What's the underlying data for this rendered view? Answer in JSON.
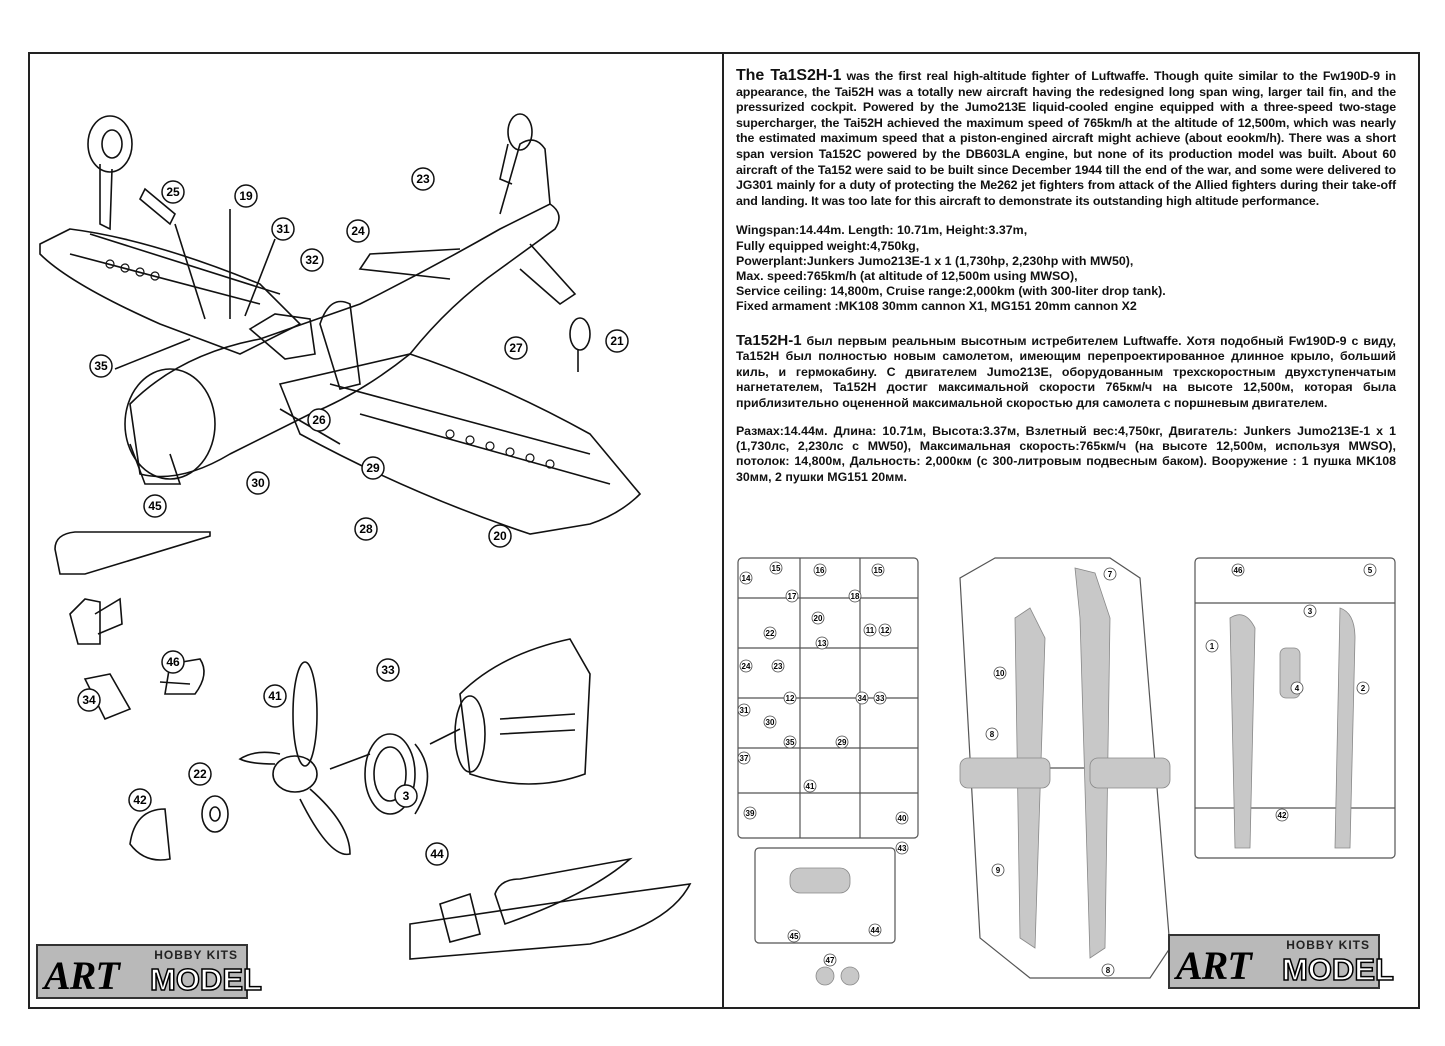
{
  "description_en": {
    "lead": "The Ta1S2H-1",
    "text": " was the first real high-altitude fighter of Luftwaffe. Though quite similar to the Fw190D-9 in appearance, the Tai52H was a totally new aircraft having the redesigned long span wing, larger tail fin, and the pressurized cockpit. Powered by the Jumo213E liquid-cooled engine equipped with a three-speed two-stage supercharger, the Tai52H achieved the maximum speed of 765km/h at the altitude of 12,500m, which was nearly the estimated maximum speed that a piston-engined aircraft might achieve (about eookm/h). There was a short span version Ta152C powered by the DB603LA engine, but none of its production model was built. About 60 aircraft of the Ta152 were said to be built since December 1944 till the end of the war, and some were delivered to JG301 mainly for a duty of protecting the Me262 jet fighters from attack of the Allied fighters during their take-off and landing. It was too late for this aircraft to demonstrate its outstanding high altitude performance."
  },
  "specs_en": [
    "Wingspan:14.44m.   Length: 10.71m,   Height:3.37m,",
    "Fully equipped weight:4,750kg,",
    "Powerplant:Junkers Jumo213E-1 x 1 (1,730hp, 2,230hp with MW50),",
    "Max. speed:765km/h (at altitude of 12,500m using MWSO),",
    "Service ceiling: 14,800m,     Cruise range:2,000km (with 300-liter drop tank).",
    "Fixed armament :MK108 30mm cannon X1,    MG151 20mm cannon X2"
  ],
  "description_ru": {
    "lead": "Ta152H-1",
    "text": " был первым реальным высотным истребителем Luftwaffe. Хотя подобный Fw190D-9 с виду, Ta152H был полностью новым самолетом, имеющим перепроектированное длинное крыло, больший киль, и гермокабину. С двигателем Jumo213E, оборудованным трехскоростным двухступенчатым нагнетателем, Ta152H достиг максимальной скорости 765км/ч на высоте 12,500м, которая была приблизительно оцененной максимальной скоростью для самолета с поршневым двигателем."
  },
  "specs_ru": "Размах:14.44м. Длина: 10.71м, Высота:3.37м, Взлетный вес:4,750кг, Двигатель: Junkers Jumo213E-1 x 1 (1,730лс, 2,230лс с MW50), Максимальная скорость:765км/ч (на высоте 12,500м, используя MWSO), потолок: 14,800м, Дальность: 2,000км (с 300-литровым подвесным баком). Вооружение : 1 пушка MK108 30мм, 2 пушки MG151 20мм.",
  "logo": {
    "art": "ART",
    "hobby": "HOBBY KITS",
    "model": "MODEL"
  },
  "callouts": [
    "25",
    "19",
    "31",
    "32",
    "24",
    "23",
    "35",
    "27",
    "21",
    "26",
    "30",
    "29",
    "28",
    "20",
    "45",
    "46",
    "34",
    "41",
    "33",
    "3",
    "22",
    "42",
    "44"
  ],
  "sprue_numbers": [
    "14",
    "15",
    "16",
    "15",
    "17",
    "18",
    "20",
    "22",
    "11",
    "12",
    "13",
    "24",
    "23",
    "12",
    "34",
    "33",
    "31",
    "30",
    "35",
    "29",
    "37",
    "41",
    "39",
    "40",
    "43",
    "45",
    "44",
    "47",
    "7",
    "10",
    "8",
    "8",
    "9",
    "46",
    "5",
    "3",
    "1",
    "2",
    "4",
    "42"
  ]
}
